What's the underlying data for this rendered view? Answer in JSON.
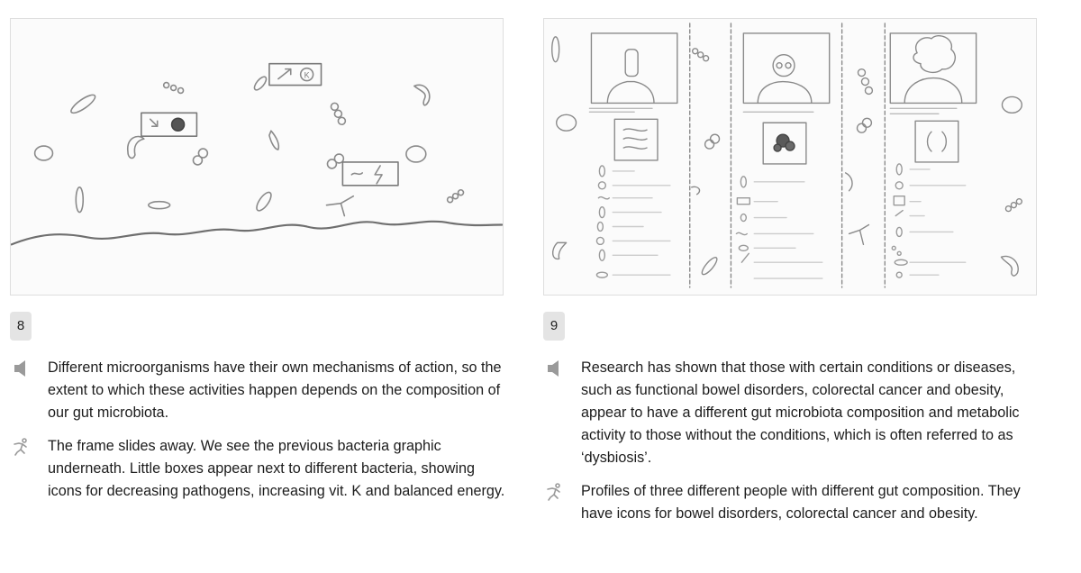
{
  "panels": [
    {
      "number": "8",
      "audio_icon": "speaker-icon",
      "action_icon": "running-figure-icon",
      "narration": "Different microorganisms have their own mechanisms of action, so the extent to which these activities happen depends on the composition of our gut microbiota.",
      "action": "The frame slides away. We see the previous bacteria graphic underneath. Little boxes appear next to different bacteria, showing icons for decreasing pathogens, increasing vit. K and balanced energy."
    },
    {
      "number": "9",
      "audio_icon": "speaker-icon",
      "action_icon": "running-figure-icon",
      "narration": "Research has shown that those with certain conditions or diseases, such as functional bowel disorders, colorectal cancer and obesity, appear to have a different gut microbiota composition and metabolic activity to those without the conditions, which is often referred to as ‘dysbiosis’.",
      "action": "Profiles of three different people with different gut composition. They have icons for bowel disorders, colorectal cancer and obesity."
    }
  ],
  "sketch_labels": {
    "vitamin_box": "K"
  },
  "colors": {
    "sketch_stroke": "#8a8a8a",
    "badge_bg": "#e4e4e4",
    "icon": "#9a9a9a"
  }
}
